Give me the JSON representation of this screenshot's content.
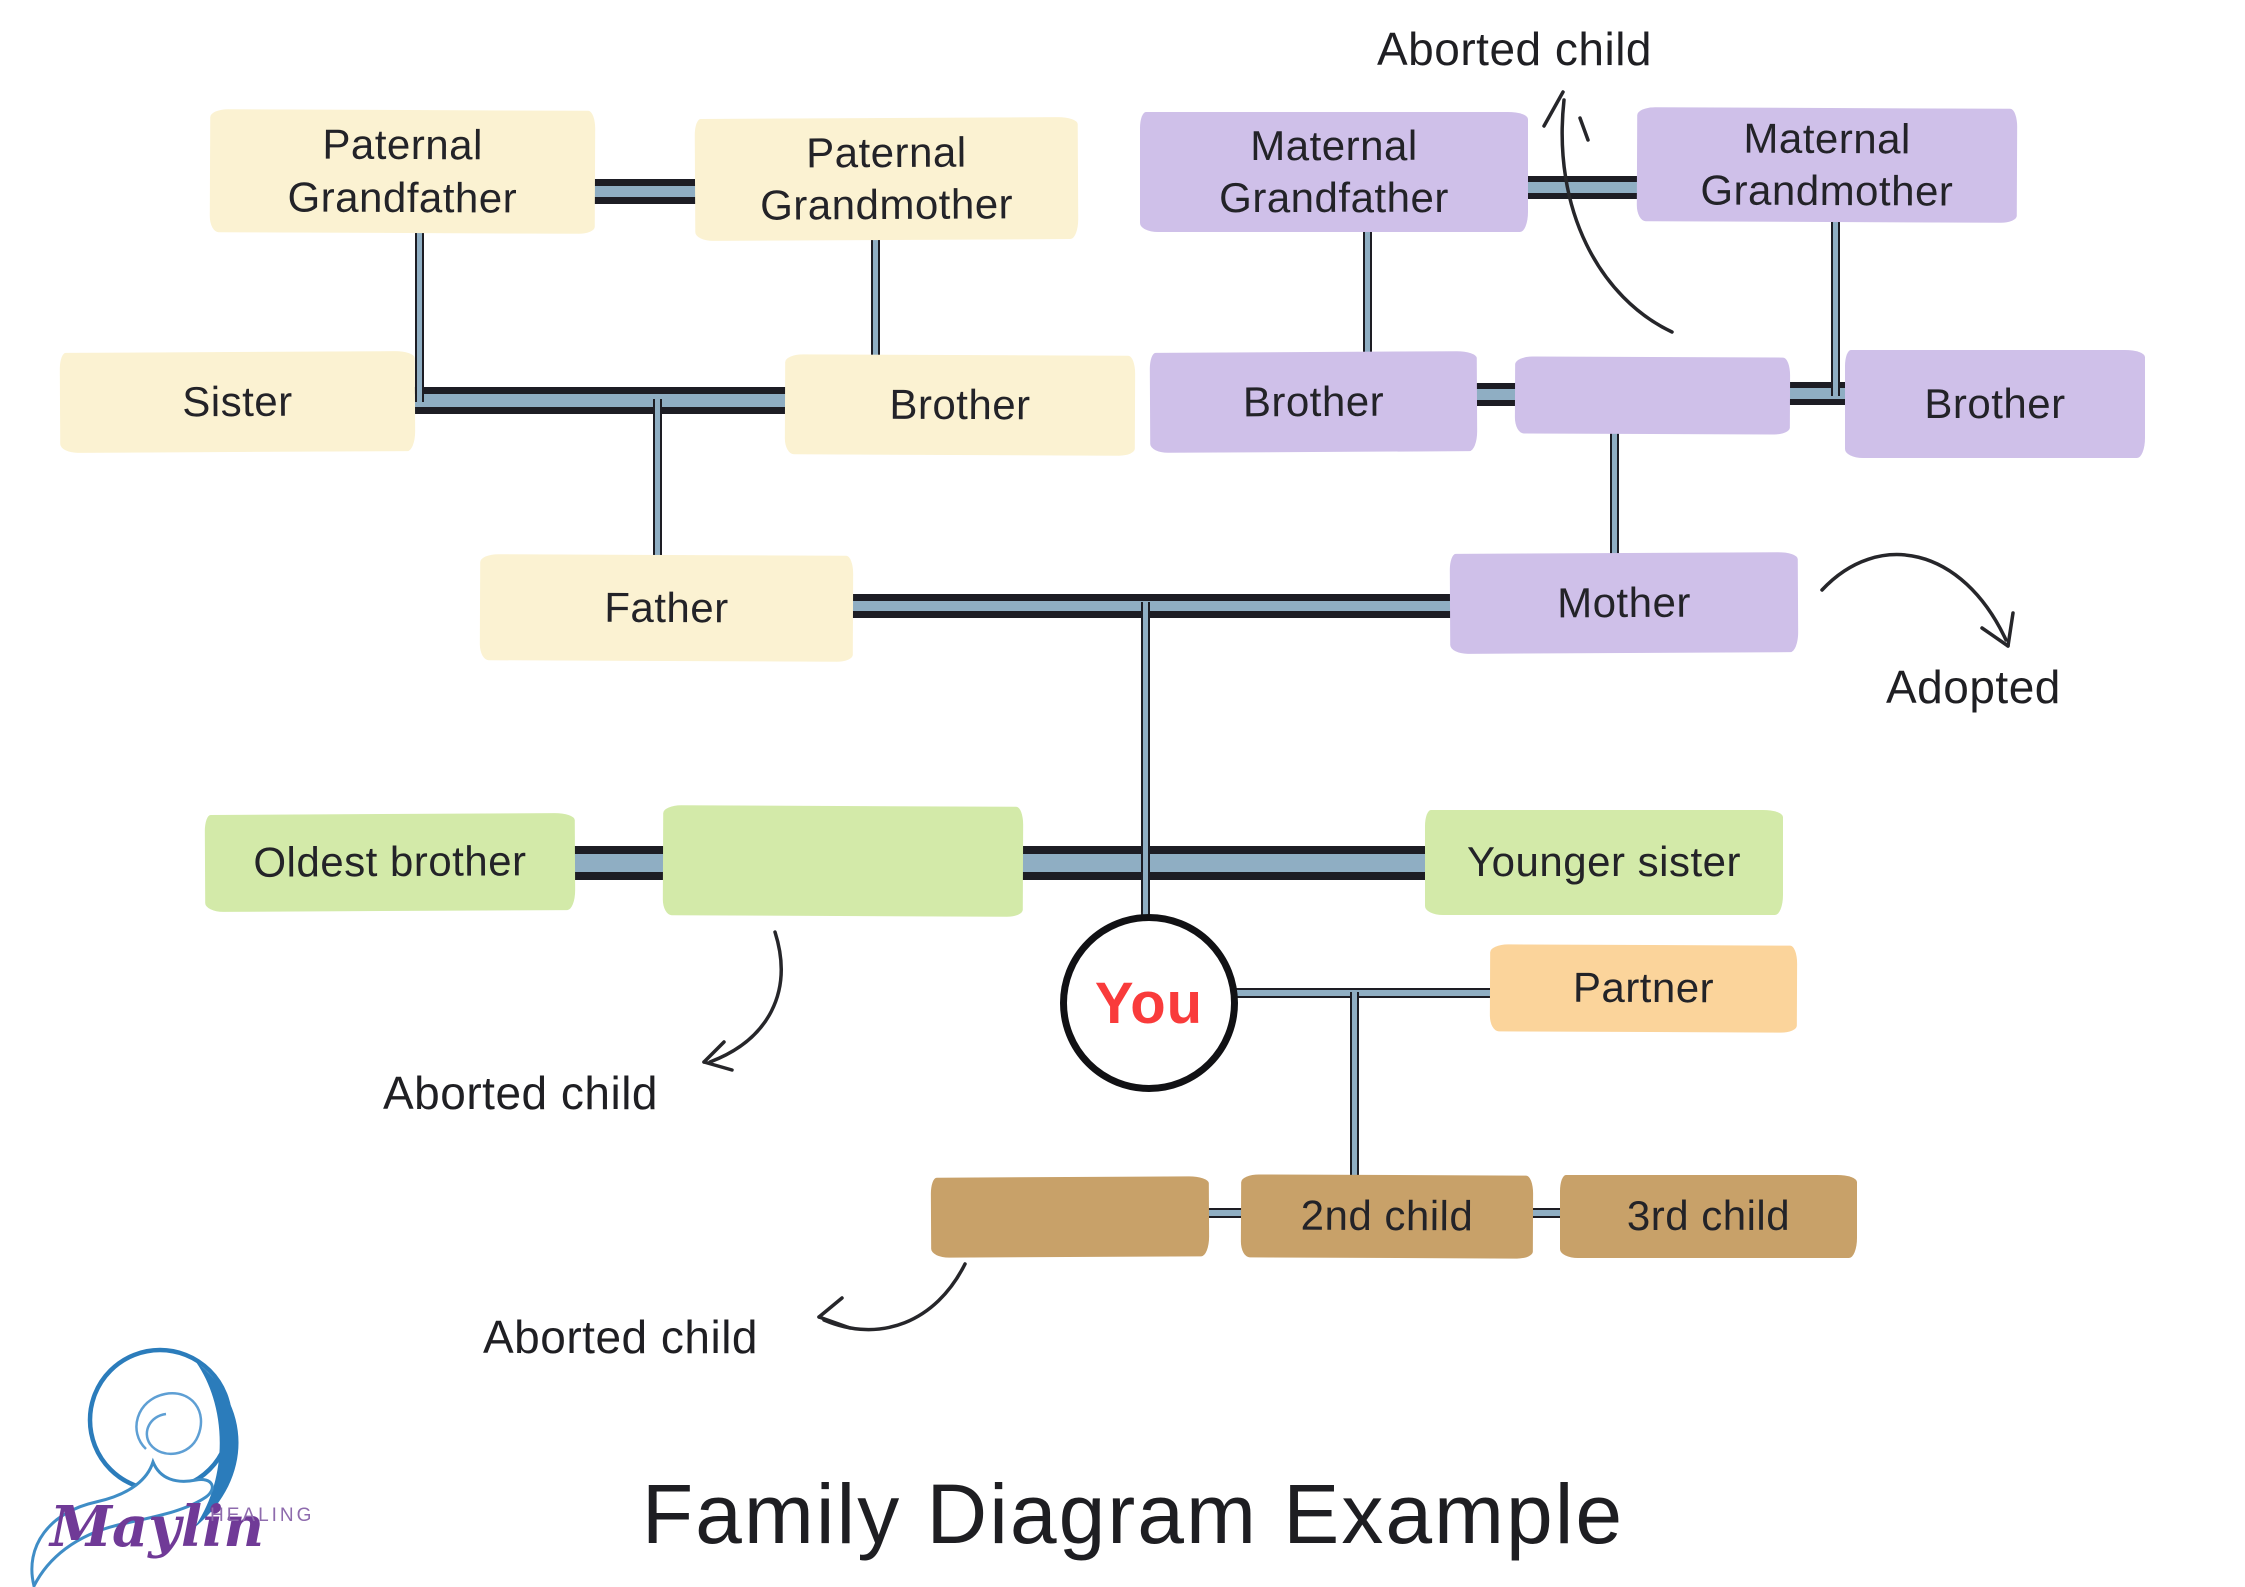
{
  "title": "Family Diagram Example",
  "you": {
    "label": "You"
  },
  "nodes": {
    "paternal_grandfather": "Paternal Grandfather",
    "paternal_grandmother": "Paternal Grandmother",
    "maternal_grandfather": "Maternal Grandfather",
    "maternal_grandmother": "Maternal Grandmother",
    "paternal_aunt_sister": "Sister",
    "paternal_uncle_brother": "Brother",
    "maternal_uncle_brother_1": "Brother",
    "maternal_uncle_brother_2": "Brother",
    "father": "Father",
    "mother": "Mother",
    "oldest_brother": "Oldest brother",
    "younger_sister": "Younger sister",
    "partner": "Partner",
    "second_child": "2nd child",
    "third_child": "3rd child"
  },
  "annotations": {
    "aborted_child_top": "Aborted child",
    "adopted": "Adopted",
    "aborted_child_middle": "Aborted child",
    "aborted_child_bottom": "Aborted child"
  },
  "logo": {
    "brand": "Maylin",
    "tagline": "HEALING"
  },
  "colors": {
    "paternal_box": "#FBF2D2",
    "maternal_box": "#CFC0E9",
    "sibling_box": "#D3EAA9",
    "partner_box": "#FBD49B",
    "children_box": "#C8A169",
    "line_fill": "#8FAEC3",
    "line_edge": "#1D1D24",
    "you_text": "#F93B3B",
    "annotation_text": "#1F1F23",
    "logo_blue": "#2B7CBB",
    "logo_purple": "#703A97"
  }
}
